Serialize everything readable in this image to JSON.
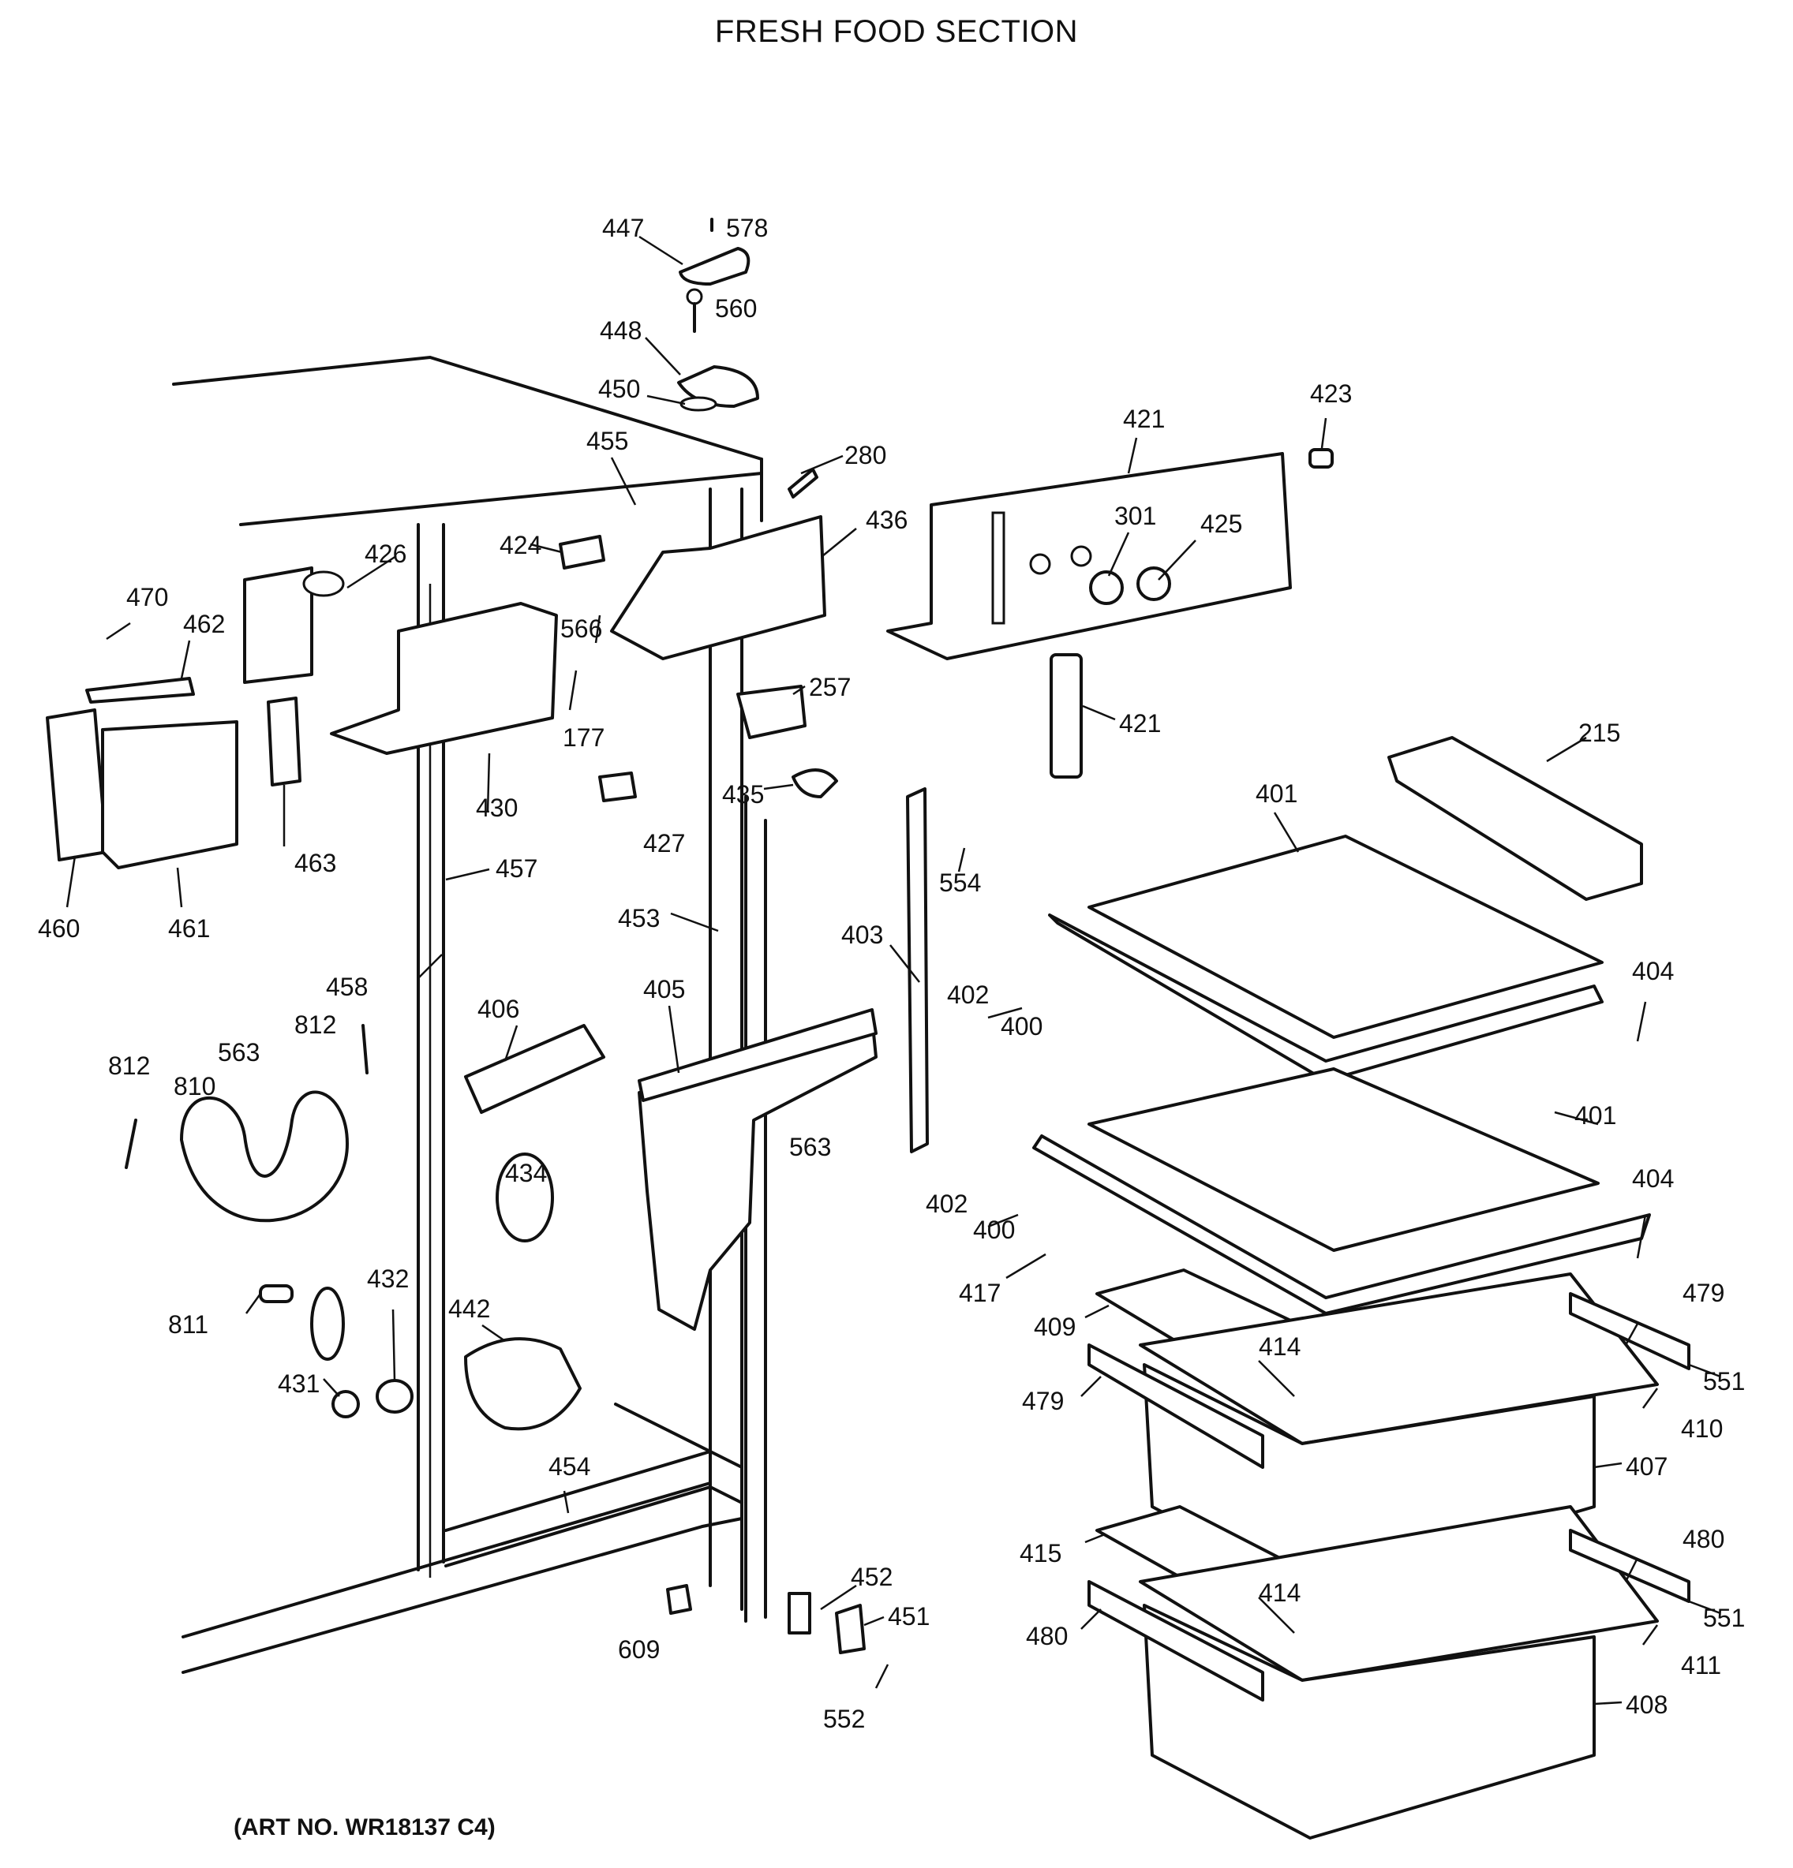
{
  "title": "FRESH FOOD SECTION",
  "art_number": "(ART NO. WR18137 C4)",
  "callouts": [
    "447",
    "578",
    "560",
    "448",
    "450",
    "455",
    "280",
    "436",
    "421",
    "423",
    "301",
    "425",
    "424",
    "426",
    "470",
    "462",
    "566",
    "177",
    "257",
    "421",
    "215",
    "430",
    "427",
    "435",
    "401",
    "463",
    "460",
    "461",
    "457",
    "554",
    "403",
    "453",
    "402",
    "400",
    "404",
    "458",
    "406",
    "405",
    "812",
    "563",
    "812",
    "810",
    "401",
    "563",
    "434",
    "402",
    "400",
    "404",
    "417",
    "479",
    "432",
    "442",
    "811",
    "409",
    "414",
    "551",
    "431",
    "479",
    "410",
    "407",
    "454",
    "415",
    "480",
    "452",
    "414",
    "551",
    "451",
    "609",
    "480",
    "411",
    "552",
    "408"
  ]
}
